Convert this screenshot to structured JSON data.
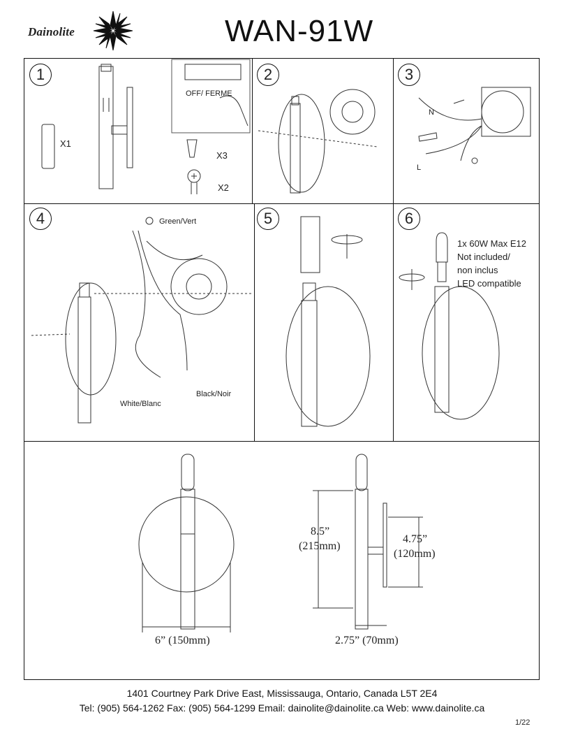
{
  "brand": {
    "name": "Dainolite",
    "logo_icon": "starburst-icon"
  },
  "document": {
    "title": "WAN-91W",
    "page_number": "1/22"
  },
  "steps": [
    {
      "number": "1",
      "labels": {
        "tube_qty": "X1",
        "connector_qty": "X3",
        "screw_qty": "X2",
        "switch_label": "OFF/ FERME"
      }
    },
    {
      "number": "2"
    },
    {
      "number": "3",
      "labels": {
        "neutral": "N",
        "live": "L"
      }
    },
    {
      "number": "4",
      "labels": {
        "ground": "Green/Vert",
        "white": "White/Blanc",
        "black": "Black/Noir"
      }
    },
    {
      "number": "5"
    },
    {
      "number": "6",
      "bulb_spec": [
        "1x 60W Max E12",
        "Not included/",
        "non inclus",
        "LED compatible"
      ]
    }
  ],
  "dimensions": {
    "width": "6” (150mm)",
    "height_in": "8.5”",
    "height_mm": "(215mm)",
    "backplate_in": "4.75”",
    "backplate_mm": "(120mm)",
    "depth": "2.75” (70mm)"
  },
  "footer": {
    "address": "1401 Courtney Park Drive East, Mississauga, Ontario, Canada L5T 2E4",
    "contact": "Tel: (905) 564-1262 Fax: (905) 564-1299 Email: dainolite@dainolite.ca Web: www.dainolite.ca"
  }
}
